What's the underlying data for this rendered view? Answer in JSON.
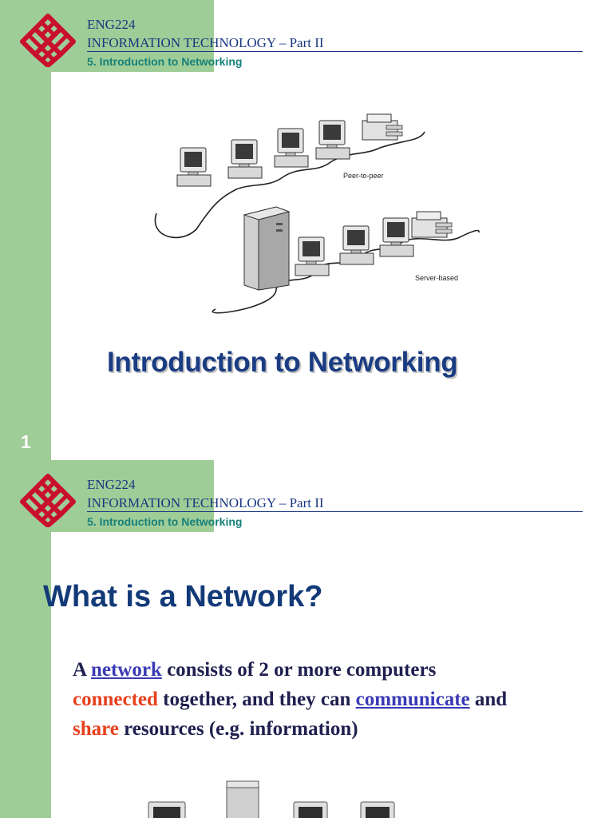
{
  "colors": {
    "green": "#9fcd97",
    "navy": "#1a3680",
    "teal": "#16807a",
    "link": "#3a3ab5",
    "highlight": "#e8401e",
    "logo": "#c8102e"
  },
  "slide1": {
    "header": {
      "course_code": "ENG224",
      "course_title": "INFORMATION TECHNOLOGY – Part II",
      "chapter": "5. Introduction to Networking"
    },
    "figure": {
      "label_peer": "Peer-to-peer",
      "label_server": "Server-based"
    },
    "title": "Introduction to Networking",
    "page_number": "1"
  },
  "slide2": {
    "header": {
      "course_code": "ENG224",
      "course_title": "INFORMATION TECHNOLOGY – Part II",
      "chapter": "5. Introduction to Networking"
    },
    "title": "What is a Network?",
    "body": {
      "w_a": "A ",
      "w_network": "network",
      "w_consists": " consists of 2 or more computers",
      "w_connected": "connected",
      "w_together": " together, and they can ",
      "w_communicate": "communicate",
      "w_and": " and",
      "w_share": "share",
      "w_resources": " resources (e.g. information)"
    }
  }
}
